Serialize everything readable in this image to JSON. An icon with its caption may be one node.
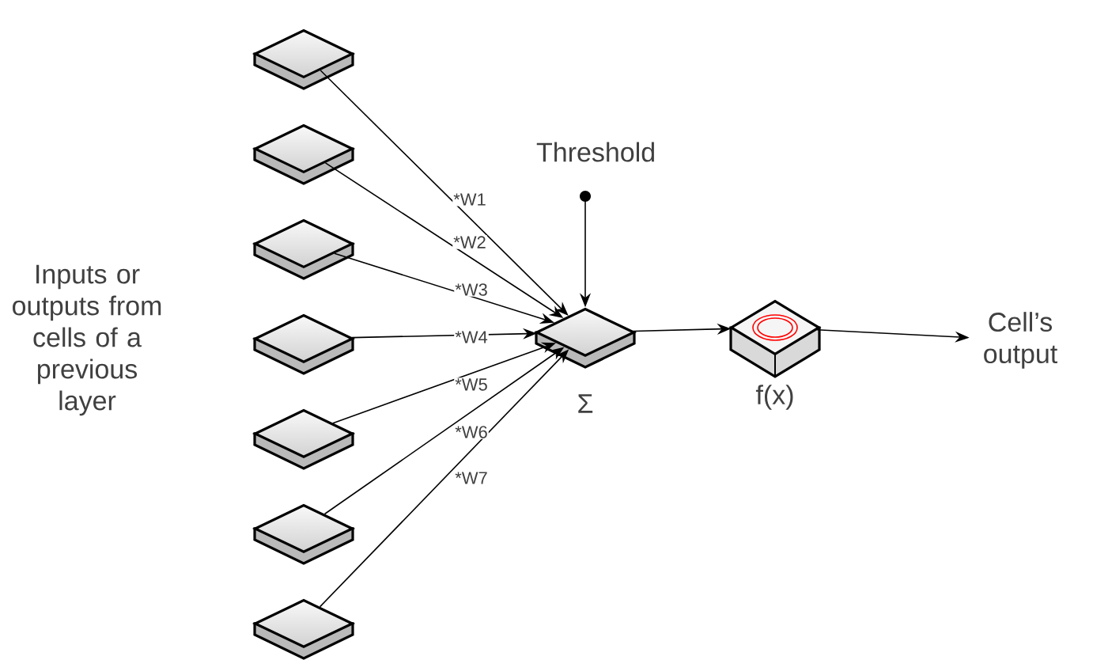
{
  "diagram": {
    "nodes": [
      {
        "text": [],
        "shape": "diamond"
      },
      {
        "text": [],
        "shape": "diamond"
      },
      {
        "text": [],
        "shape": "diamond"
      },
      {
        "text": [],
        "shape": "diamond"
      },
      {
        "text": [],
        "shape": "diamond"
      },
      {
        "text": [],
        "shape": "diamond"
      },
      {
        "text": [],
        "shape": "diamond"
      },
      {
        "text": [],
        "shape": "diamond",
        "beside": [
          "Σ"
        ]
      },
      {
        "text": [
          "Threshold"
        ]
      },
      {
        "text": [],
        "shape": "box",
        "beside": [
          "f(x)"
        ]
      },
      {
        "text": [
          "Cell’s output"
        ]
      }
    ],
    "edges": [
      {
        "from": 0,
        "to": 7,
        "arrow": "to",
        "label": "*W1"
      },
      {
        "from": 1,
        "to": 7,
        "arrow": "to",
        "label": "*W2"
      },
      {
        "from": 2,
        "to": 7,
        "arrow": "to",
        "label": "*W3"
      },
      {
        "from": 3,
        "to": 7,
        "arrow": "to",
        "label": "*W4"
      },
      {
        "from": 4,
        "to": 7,
        "arrow": "to",
        "label": "*W5"
      },
      {
        "from": 5,
        "to": 7,
        "arrow": "to",
        "label": "*W6"
      },
      {
        "from": 6,
        "to": 7,
        "arrow": "to",
        "label": "*W7"
      },
      {
        "from": 8,
        "to": 7,
        "arrow": "to"
      },
      {
        "from": 7,
        "to": 9,
        "arrow": "to"
      },
      {
        "from": 9,
        "to": 10,
        "arrow": "to"
      }
    ],
    "labels": [
      "Inputs or outputs from cells of a previous layer"
    ]
  }
}
